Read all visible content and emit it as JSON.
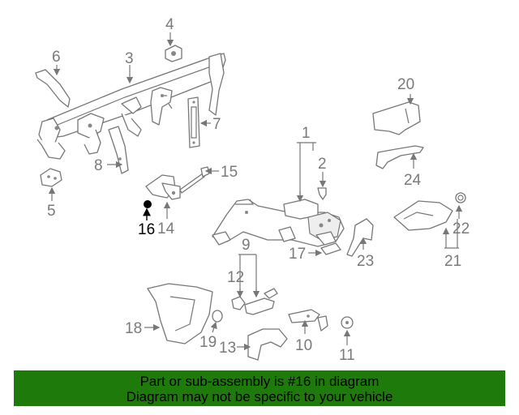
{
  "diagram": {
    "highlight_color": "#000000",
    "label_color": "#7a7a7a",
    "callouts": [
      "1",
      "2",
      "3",
      "4",
      "5",
      "6",
      "7",
      "8",
      "9",
      "10",
      "11",
      "12",
      "13",
      "14",
      "15",
      "16",
      "17",
      "18",
      "19",
      "20",
      "21",
      "22",
      "23",
      "24"
    ],
    "highlighted_callout": "16"
  },
  "banner": {
    "line1": "Part or sub-assembly is #16 in diagram",
    "line2": "Diagram may not be specific to your vehicle",
    "background": "#1e7a0b"
  }
}
